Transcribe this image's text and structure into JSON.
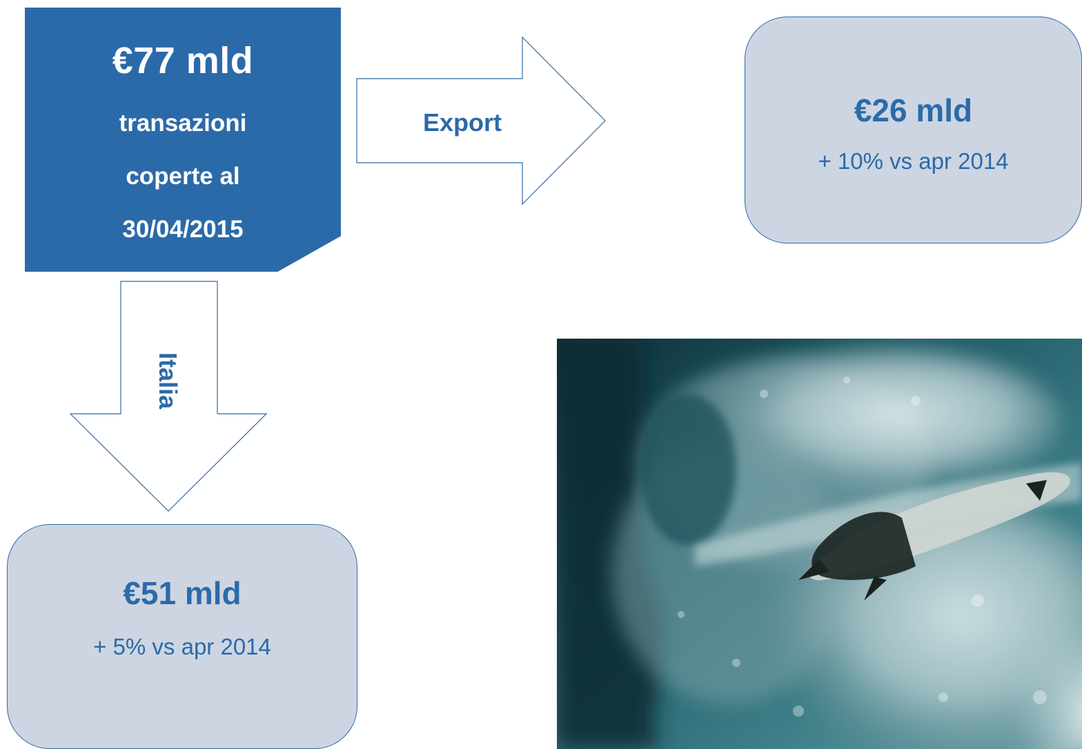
{
  "main": {
    "amount": "€77 mld",
    "line1": "transazioni",
    "line2": "coperte al",
    "line3": "30/04/2015"
  },
  "export": {
    "arrow_label": "Export",
    "amount": "€26 mld",
    "change": "+ 10% vs apr 2014"
  },
  "italia": {
    "arrow_label": "Italia",
    "amount": "€51 mld",
    "change": "+ 5% vs apr 2014"
  },
  "colors": {
    "primary_blue": "#2b6aa9",
    "result_box_fill": "#cdd5e2",
    "photo_dark": "#0f3a44",
    "photo_foam": "#d9e6ea"
  },
  "photo": {
    "subject": "underwater-surfboard-wave-photo"
  }
}
